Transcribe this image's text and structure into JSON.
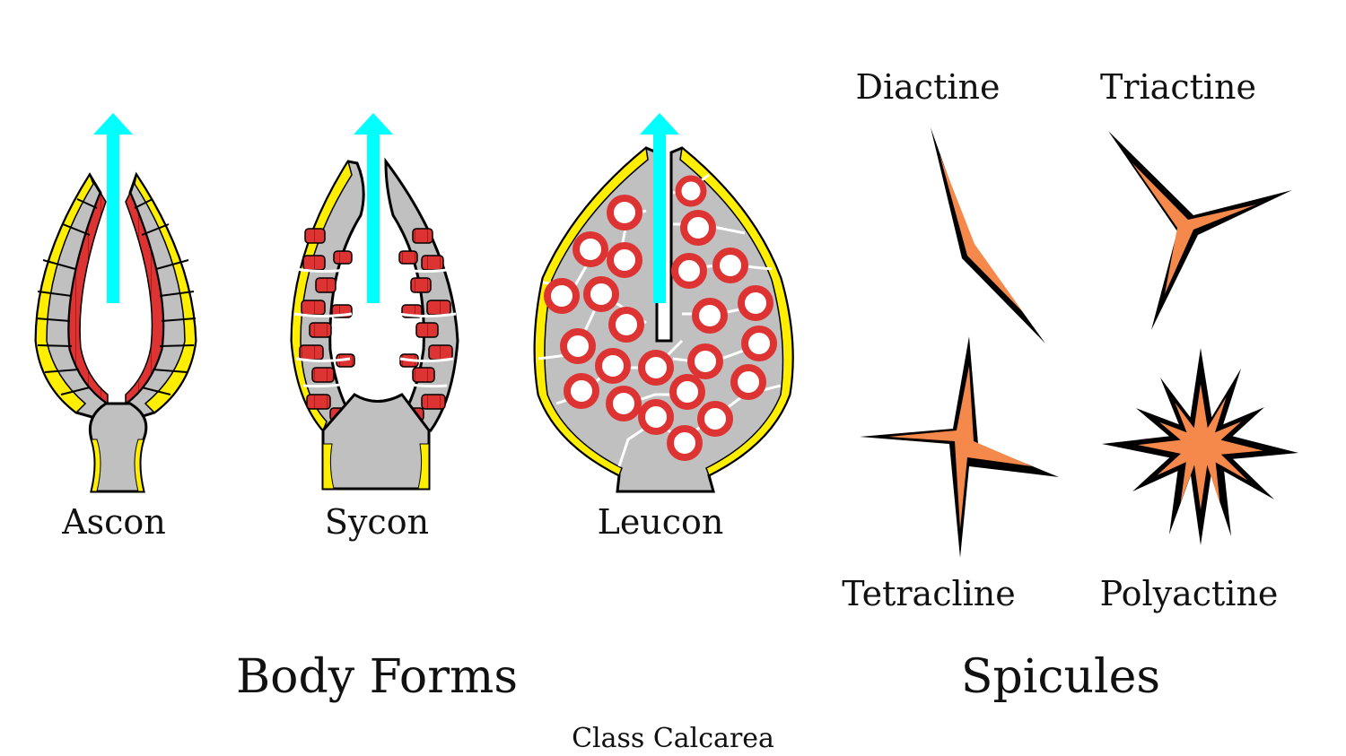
{
  "body_forms": {
    "heading": "Body Forms",
    "ascon_label": "Ascon",
    "sycon_label": "Sycon",
    "leucon_label": "Leucon"
  },
  "spicules": {
    "heading": "Spicules",
    "diactine_label": "Diactine",
    "triactine_label": "Triactine",
    "tetracline_label": "Tetracline",
    "polyactine_label": "Polyactine"
  },
  "caption": "Class Calcarea",
  "colors": {
    "water_flow_arrow": "#00ffff",
    "body_wall": "#c0c0c0",
    "pinacocyte_layer": "#ffee00",
    "choanocyte": "#dd3333",
    "spicule_fill": "#f4894b",
    "outline": "#000000"
  },
  "icons": [
    "water-flow-arrow",
    "ascon-body",
    "sycon-body",
    "leucon-body",
    "diactine-spicule",
    "triactine-spicule",
    "tetracline-spicule",
    "polyactine-spicule"
  ]
}
